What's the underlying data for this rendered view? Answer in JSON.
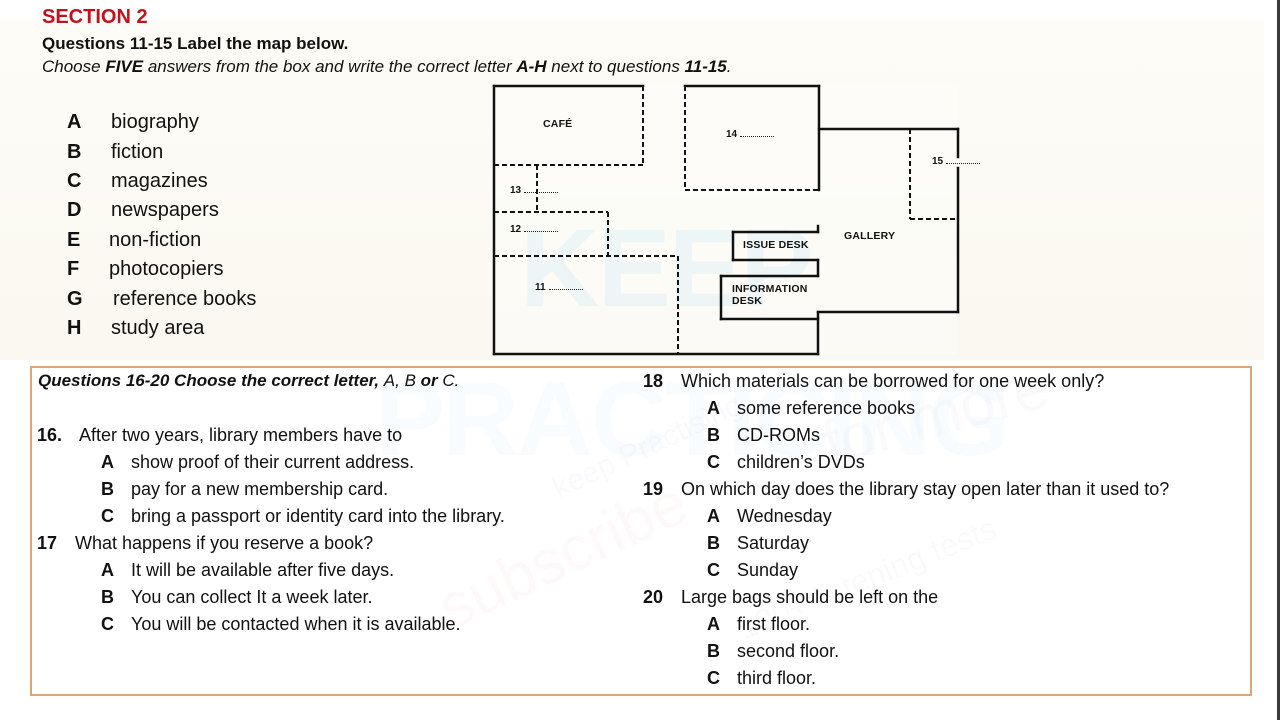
{
  "header": {
    "section": "SECTION 2",
    "heading": "Questions 11-15 Label the map below.",
    "instruction_pre": "Choose ",
    "instruction_bold1": "FIVE",
    "instruction_mid": " answers from the box and write the correct letter ",
    "instruction_bold2": "A-H",
    "instruction_mid2": " next to questions ",
    "instruction_bold3": "11-15",
    "instruction_end": "."
  },
  "options": [
    {
      "letter": "A",
      "text": "biography"
    },
    {
      "letter": "B",
      "text": "fiction"
    },
    {
      "letter": "C",
      "text": "magazines"
    },
    {
      "letter": "D",
      "text": "newspapers"
    },
    {
      "letter": "E",
      "text": "non-fiction"
    },
    {
      "letter": "F",
      "text": "photocopiers"
    },
    {
      "letter": "G",
      "text": "reference books"
    },
    {
      "letter": "H",
      "text": "study area"
    }
  ],
  "map": {
    "cafe": "CAFÉ",
    "gallery": "GALLERY",
    "issue_desk": "ISSUE DESK",
    "info_desk_line1": "INFORMATION",
    "info_desk_line2": "DESK",
    "blanks": {
      "q11": "11",
      "q12": "12",
      "q13": "13",
      "q14": "14",
      "q15": "15"
    }
  },
  "multiple_choice": {
    "title_pre": "Questions 16-20 Choose the correct letter, ",
    "title_a": "A",
    "title_comma": ", ",
    "title_b": "B",
    "title_or": " or ",
    "title_c": "C",
    "title_end": ".",
    "questions": [
      {
        "num": "16.",
        "text": "After two years, library members have to",
        "answers": [
          {
            "letter": "A",
            "text": "show proof of their current address."
          },
          {
            "letter": "B",
            "text": "pay for a new membership card."
          },
          {
            "letter": "C",
            "text": "bring a passport or identity card into the library."
          }
        ]
      },
      {
        "num": "17",
        "text": "What happens if you reserve a book?",
        "answers": [
          {
            "letter": "A",
            "text": "It will be available after five days."
          },
          {
            "letter": "B",
            "text": "You can collect It a week later."
          },
          {
            "letter": "C",
            "text": "You will be contacted when it is available."
          }
        ]
      },
      {
        "num": "18",
        "text": "Which materials can be borrowed for one week only?",
        "answers": [
          {
            "letter": "A",
            "text": "some reference books"
          },
          {
            "letter": "B",
            "text": "CD-ROMs"
          },
          {
            "letter": "C",
            "text": "children’s DVDs"
          }
        ]
      },
      {
        "num": "19",
        "text": "On which day does the library stay open later than it used to?",
        "answers": [
          {
            "letter": "A",
            "text": "Wednesday"
          },
          {
            "letter": "B",
            "text": "Saturday"
          },
          {
            "letter": "C",
            "text": "Sunday"
          }
        ]
      },
      {
        "num": "20",
        "text": "Large bags should be left on the",
        "answers": [
          {
            "letter": "A",
            "text": "first floor."
          },
          {
            "letter": "B",
            "text": "second floor."
          },
          {
            "letter": "C",
            "text": "third floor."
          }
        ]
      }
    ]
  },
  "watermark": {
    "big1": "KEEP",
    "big2": "PRACTICING",
    "small1": "keep Practising",
    "small2": "subscribe",
    "small3": "for more",
    "small4": "100+ listening tests"
  },
  "colors": {
    "section_red": "#c0131c",
    "box_border": "#d8a878"
  }
}
